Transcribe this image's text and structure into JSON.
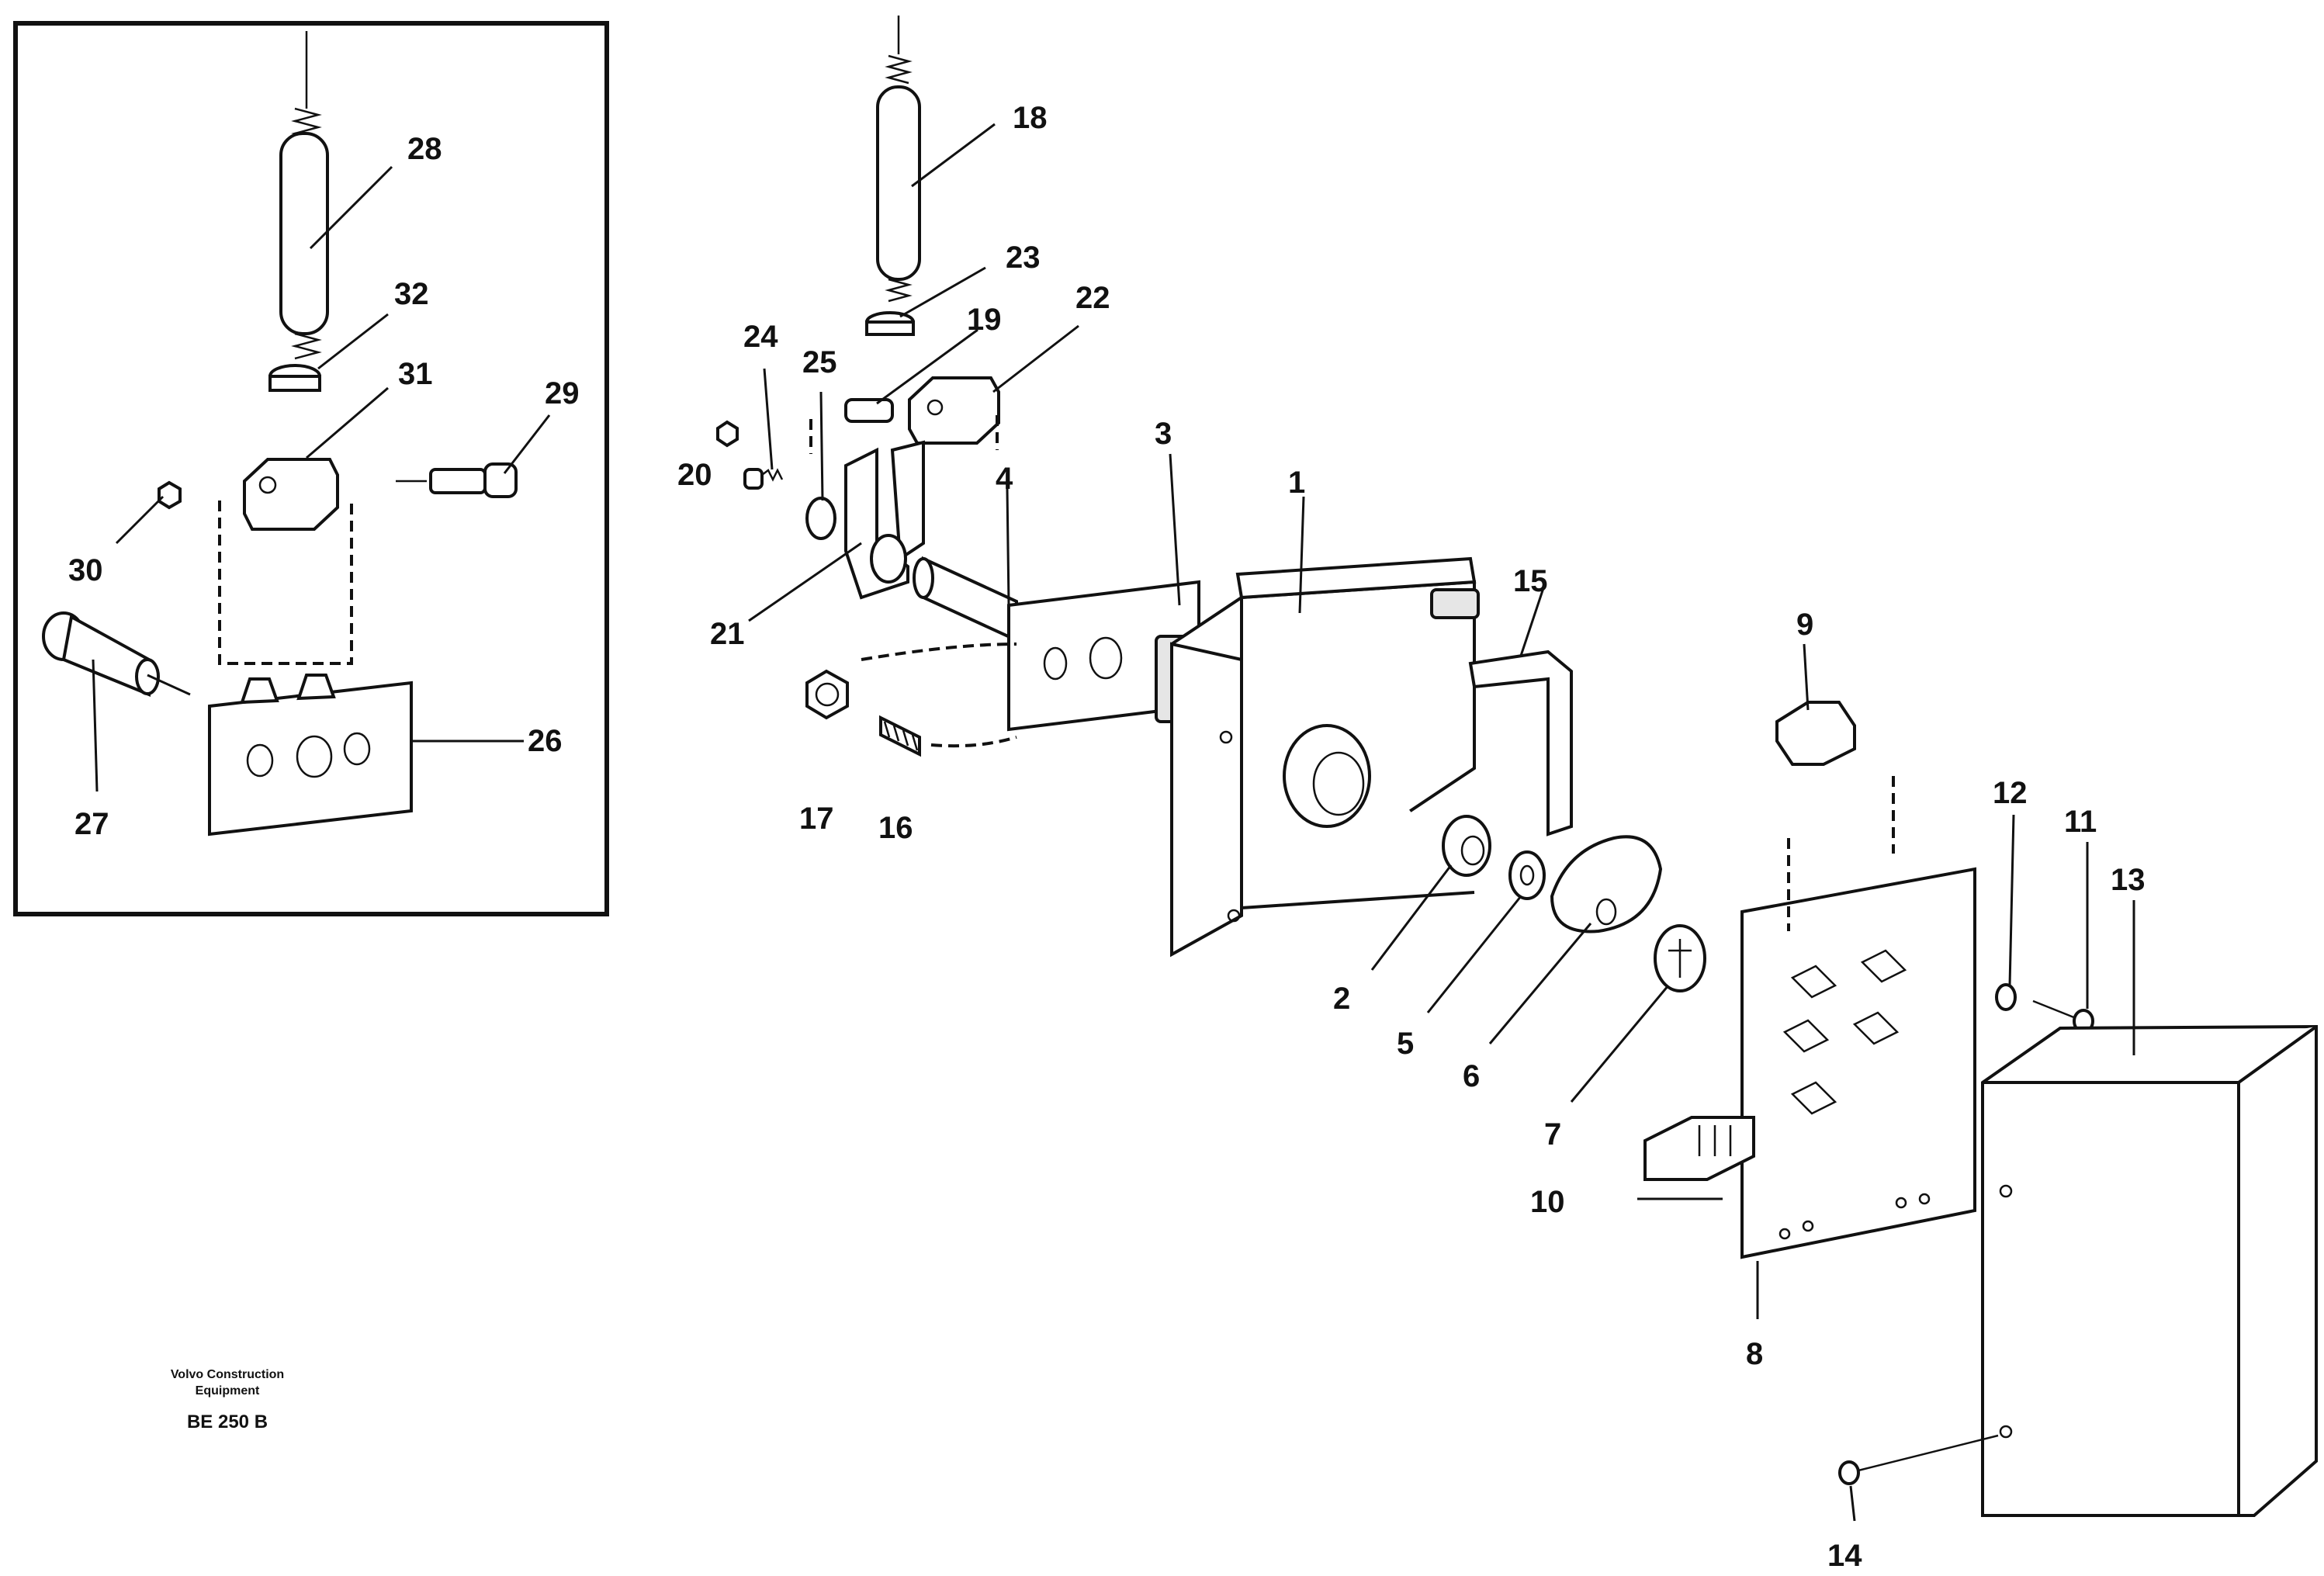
{
  "credit": {
    "line1": "Volvo Construction",
    "line2": "Equipment",
    "code": "BE 250 B"
  },
  "callouts": [
    "1",
    "2",
    "3",
    "4",
    "5",
    "6",
    "7",
    "8",
    "9",
    "10",
    "11",
    "12",
    "13",
    "14",
    "15",
    "16",
    "17",
    "18",
    "19",
    "20",
    "21",
    "22",
    "23",
    "24",
    "25",
    "26",
    "27",
    "28",
    "29",
    "30",
    "31",
    "32"
  ]
}
